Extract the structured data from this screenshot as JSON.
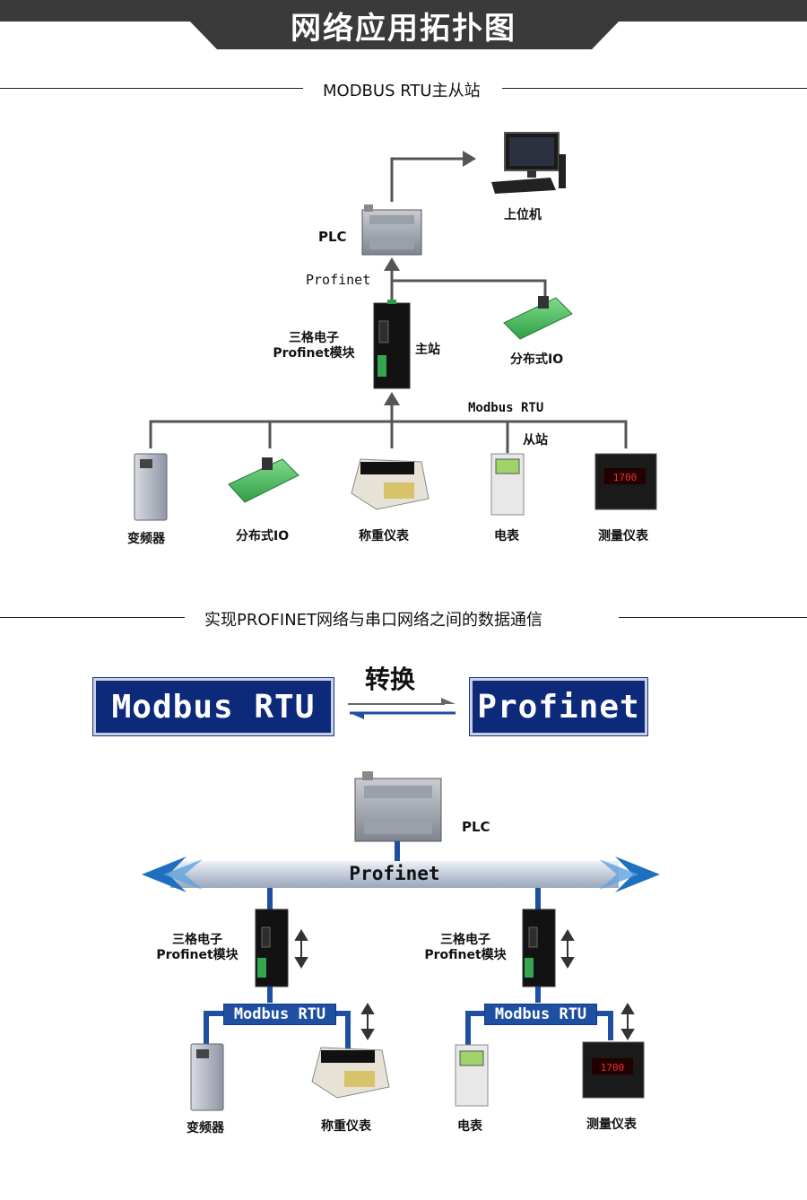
{
  "header": {
    "title": "网络应用拓扑图"
  },
  "section1": {
    "title": "MODBUS RTU主从站",
    "labels": {
      "pc": "上位机",
      "plc": "PLC",
      "profinet": "Profinet",
      "module_line1": "三格电子",
      "module_line2": "Profinet模块",
      "master": "主站",
      "dist_io_top": "分布式IO",
      "modbus_rtu": "Modbus RTU",
      "slave": "从站"
    },
    "slaves": [
      "变频器",
      "分布式IO",
      "称重仪表",
      "电表",
      "测量仪表"
    ]
  },
  "section2": {
    "title": "实现PROFINET网络与串口网络之间的数据通信",
    "convert_label": "转换",
    "left_box": "Modbus RTU",
    "right_box": "Profinet",
    "plc": "PLC",
    "profinet_bar": "Profinet",
    "left_module": {
      "line1": "三格电子",
      "line2": "Profinet模块",
      "bus": "Modbus RTU",
      "devices": [
        "变频器",
        "称重仪表"
      ]
    },
    "right_module": {
      "line1": "三格电子",
      "line2": "Profinet模块",
      "bus": "Modbus RTU",
      "devices": [
        "电表",
        "测量仪表"
      ]
    }
  },
  "colors": {
    "header_bg": "#3a3a3a",
    "box_blue": "#0d2a7a",
    "bus_blue": "#1e4fa0",
    "line_gray": "#555555"
  }
}
